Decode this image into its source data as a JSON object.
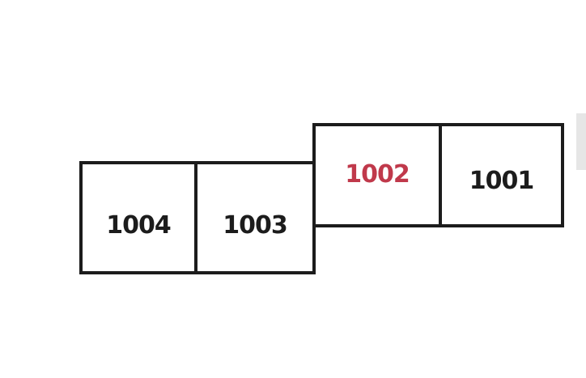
{
  "colors": {
    "default_label": "#1c1c1c",
    "highlight_label": "#c0394b"
  },
  "rooms": [
    {
      "id": "1004",
      "label": "1004",
      "highlighted": false
    },
    {
      "id": "1003",
      "label": "1003",
      "highlighted": false
    },
    {
      "id": "1002",
      "label": "1002",
      "highlighted": true
    },
    {
      "id": "1001",
      "label": "1001",
      "highlighted": false
    }
  ]
}
